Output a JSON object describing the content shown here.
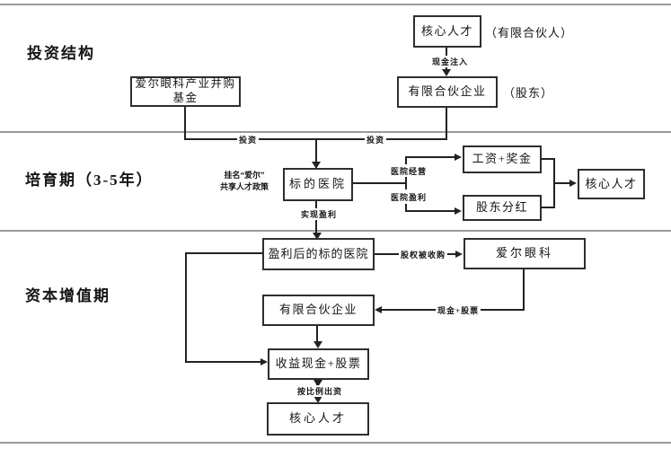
{
  "diagram": {
    "sections": {
      "investment_structure": "投资结构",
      "incubation_period": "培育期（3-5年）",
      "capital_appreciation": "资本增值期"
    },
    "nodes": {
      "core_talent_top": "核心人才",
      "limited_partnership_top": "有限合伙企业",
      "fund_line1": "爱尔眼科产业并购",
      "fund_line2": "基金",
      "target_hospital": "标的医院",
      "salary_bonus": "工资+奖金",
      "shareholder_dividend": "股东分红",
      "core_talent_mid": "核心人才",
      "profitable_target_hospital": "盈利后的标的医院",
      "aier_eye": "爱尔眼科",
      "limited_partnership_bottom": "有限合伙企业",
      "revenue_cash_stock": "收益现金+股票",
      "core_talent_bottom": "核心人才"
    },
    "annotations": {
      "limited_partner": "（有限合伙人）",
      "shareholder": "（股东）",
      "note_line1": "挂名“爱尔”",
      "note_line2": "共享人才政策"
    },
    "edge_labels": {
      "cash_injection": "现金注入",
      "invest_left": "投资",
      "invest_right": "投资",
      "hospital_operation": "医院经营",
      "hospital_profit": "医院盈利",
      "realize_profit": "实现盈利",
      "equity_acquired": "股权被收购",
      "cash_plus_stock": "现金+股票",
      "proportional_contribution": "按比例出资"
    },
    "colors": {
      "background": "#ffffff",
      "line": "#222222",
      "divider": "#9a9a9a",
      "text": "#151515"
    }
  }
}
